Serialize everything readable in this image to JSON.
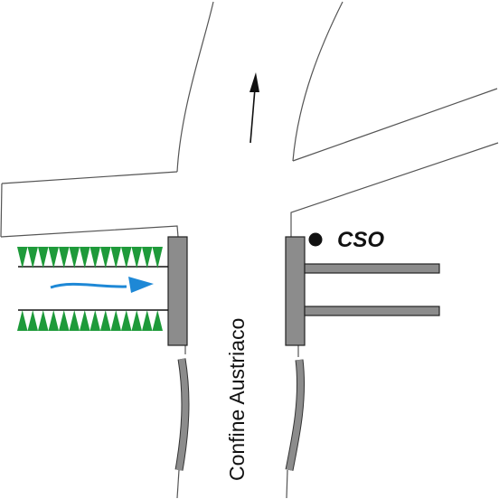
{
  "labels": {
    "street": "Confine Austriaco",
    "cso": "CSO"
  },
  "colors": {
    "road_outline": "#555555",
    "pier_fill": "#8c8c8c",
    "pier_stroke": "#222222",
    "river_arrow": "#1e88d6",
    "vegetation": "#1e9a3a",
    "flow_arrow": "#111111"
  },
  "icons": {
    "flow_direction": "arrow-up-icon",
    "cso_marker": "dot-icon",
    "water_flow": "curved-arrow-right-icon",
    "vegetation": "triangle-icon"
  },
  "vegetation_rows": [
    {
      "count": 14
    },
    {
      "count": 14
    }
  ]
}
